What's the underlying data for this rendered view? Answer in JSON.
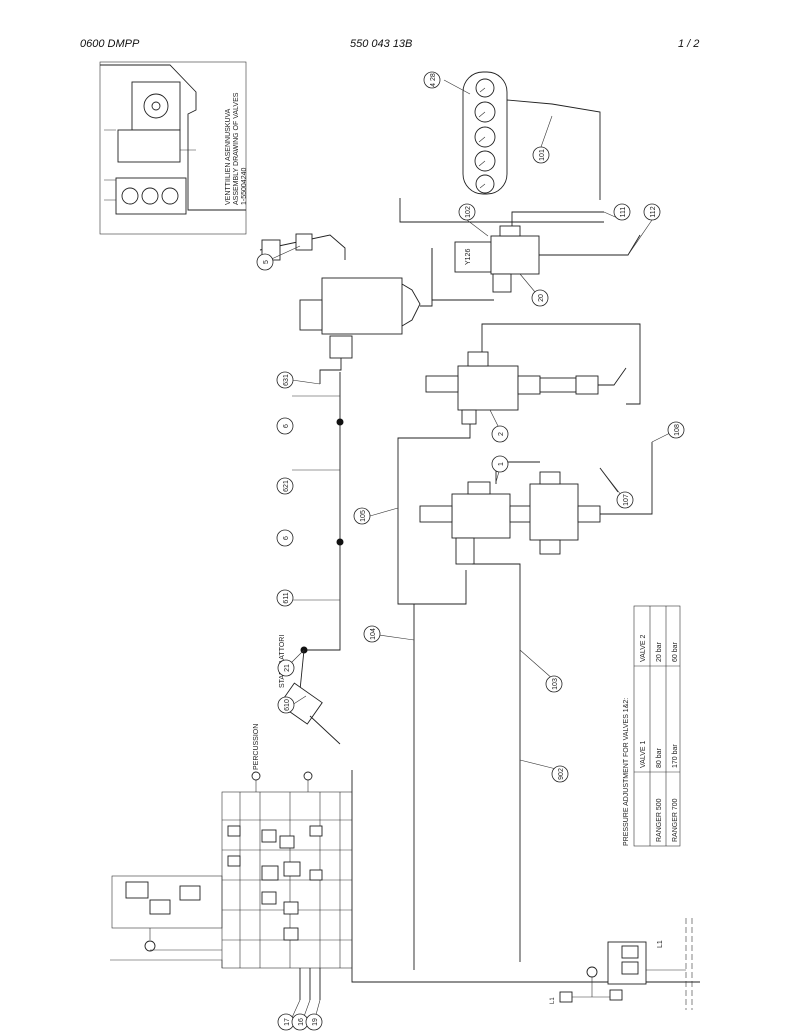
{
  "header": {
    "left": "0600 DMPP",
    "center": "550 043 13B",
    "right": "1 /   2"
  },
  "inset_note": {
    "line1": "VENTTIILIEN ASENNUSKUVA",
    "line2": "ASSEMBLY DRAWING OF VALVES",
    "line3": "1-55004240"
  },
  "labels": {
    "stabilaattori": "STABILAATTORI",
    "percussion": "PERCUSSION",
    "y126": "Y126",
    "l1": "L1",
    "l1_gauge": "L1"
  },
  "balloons": {
    "b4_28": "4 28",
    "b101": "101",
    "b102": "102",
    "b111": "111",
    "b112": "112",
    "b5": "5",
    "b20": "20",
    "b631": "631",
    "b6a": "6",
    "b621": "621",
    "b6b": "6",
    "b611": "611",
    "b21": "21",
    "b610": "610",
    "b2": "2",
    "b108": "108",
    "b1": "1",
    "b107": "107",
    "b105": "105",
    "b104": "104",
    "b103": "103",
    "b902": "902",
    "b17": "17",
    "b16": "16",
    "b19": "19"
  },
  "pressure_table": {
    "title": "PRESSURE ADJUSTMENT FOR VALVES 1&2:",
    "col_valve1": "VALVE 1",
    "col_valve2": "VALVE 2",
    "row1_name": "RANGER 500",
    "row1_v1": "80 bar",
    "row1_v2": "20 bar",
    "row2_name": "RANGER 700",
    "row2_v1": "170 bar",
    "row2_v2": "60 bar"
  }
}
